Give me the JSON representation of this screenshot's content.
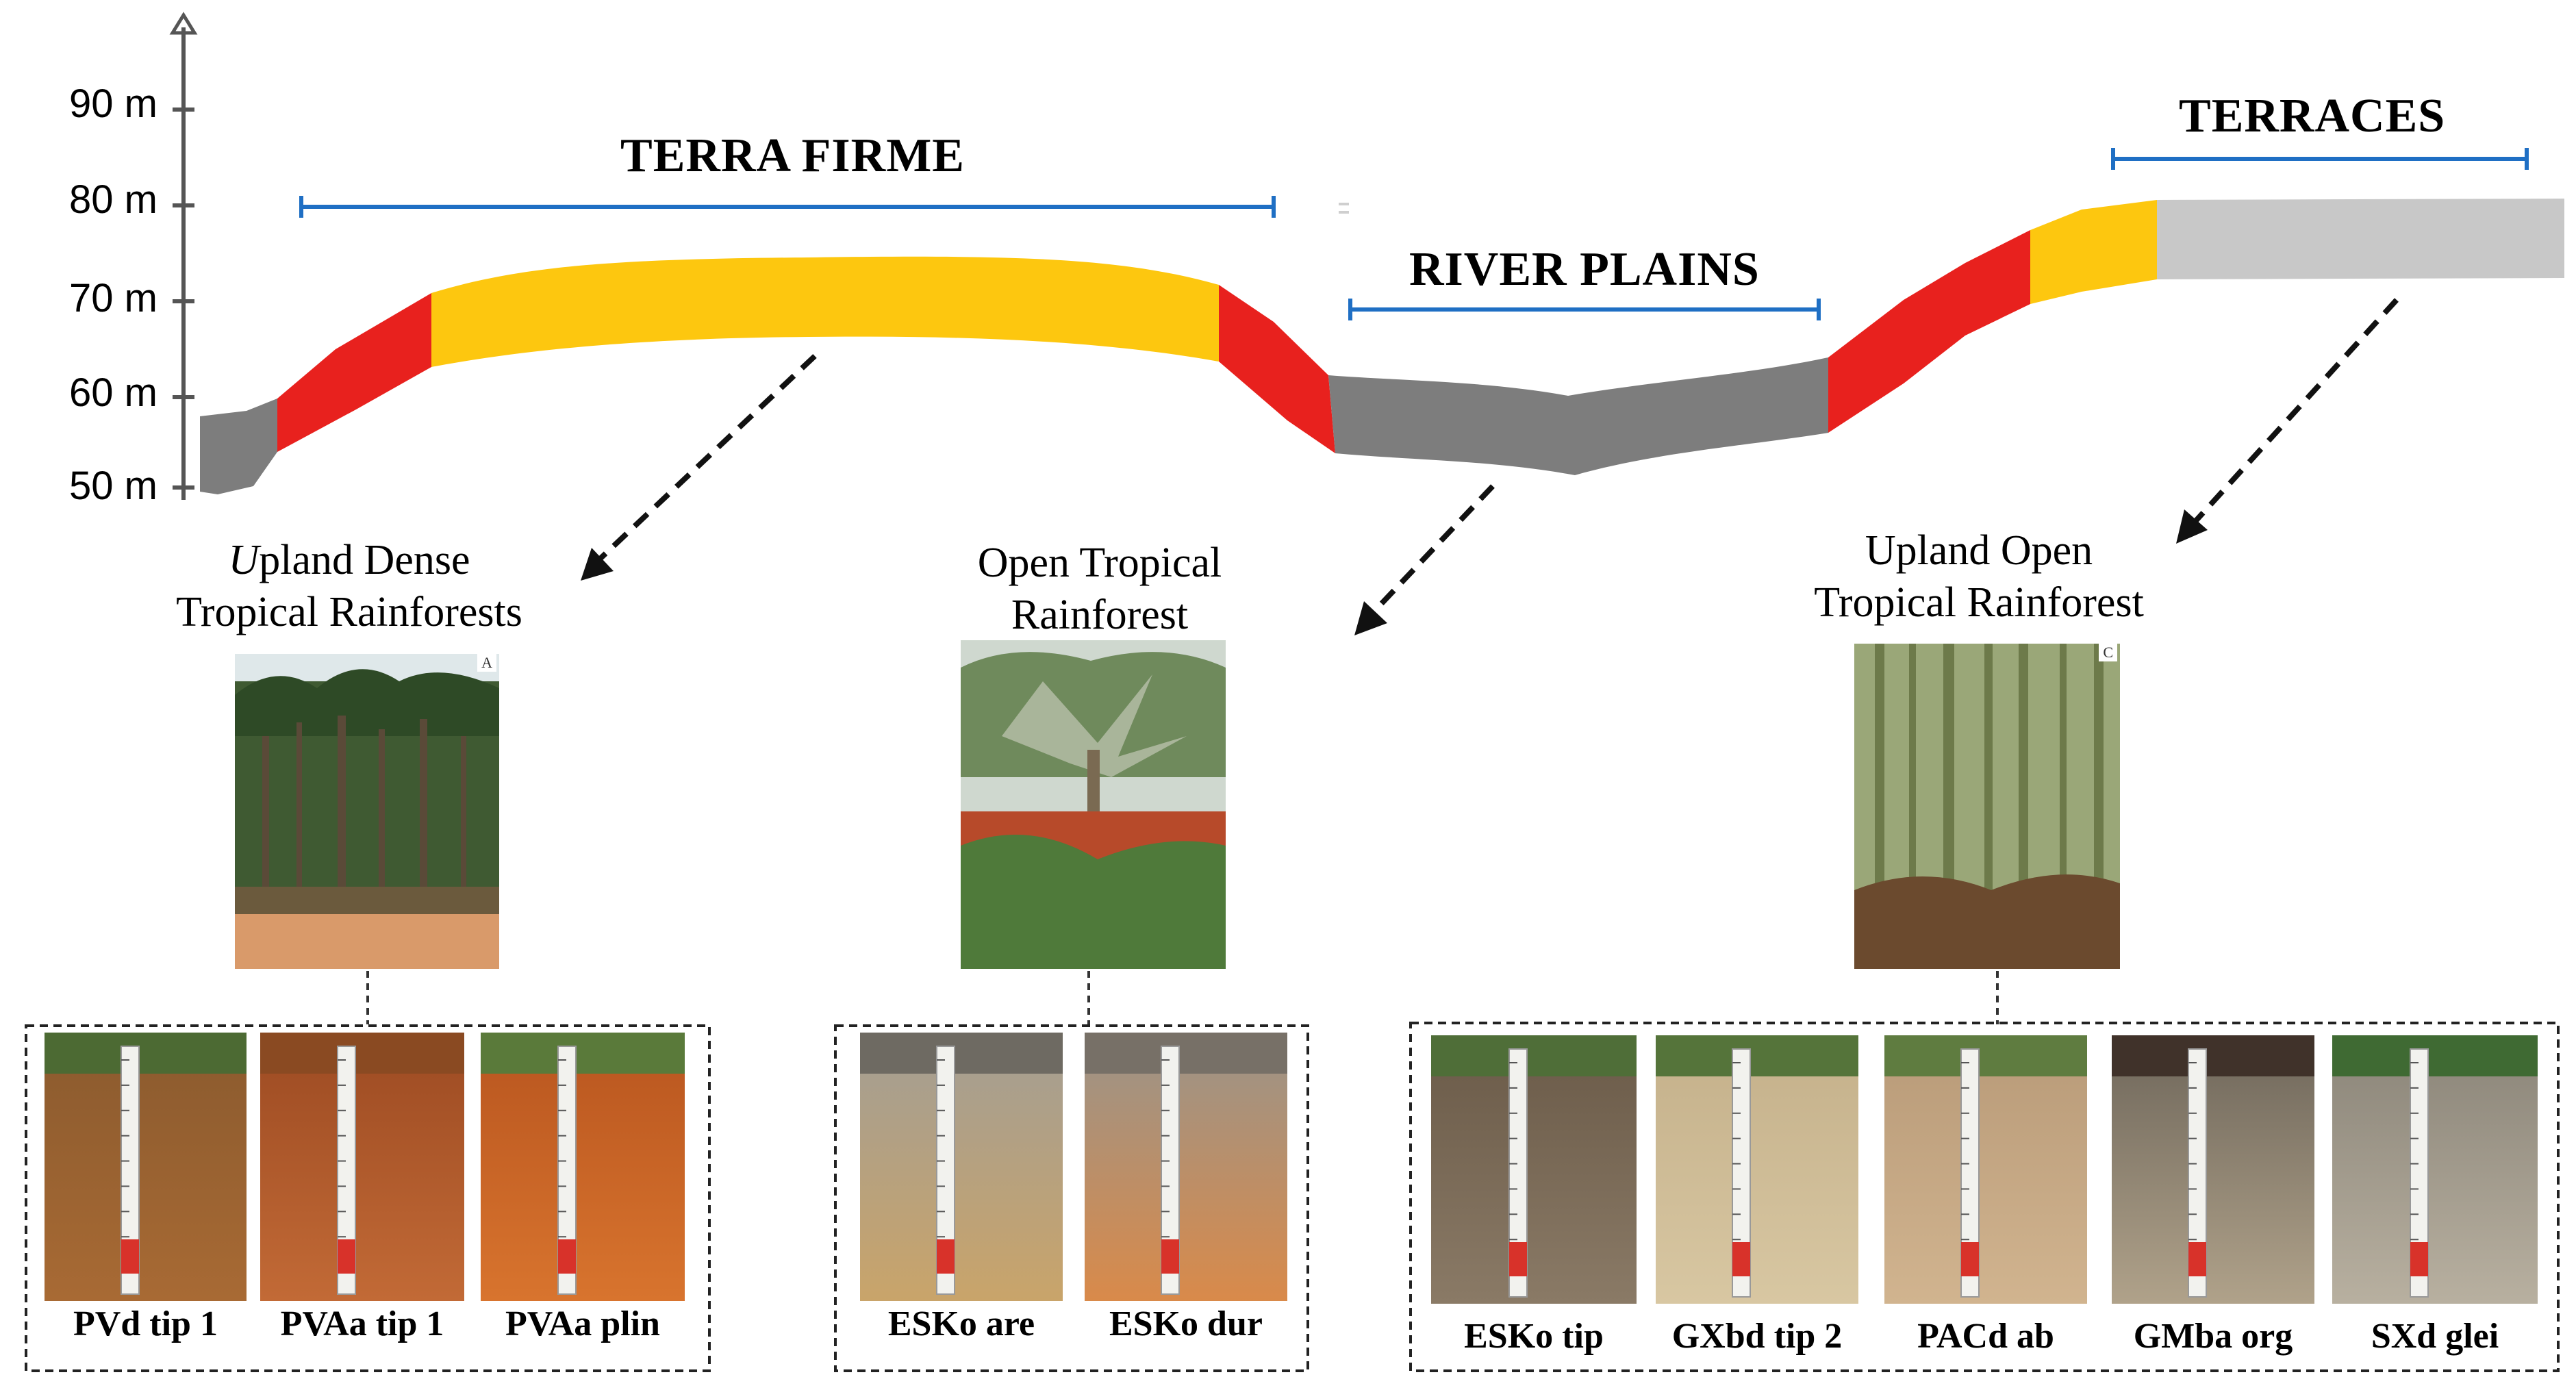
{
  "axis": {
    "ticks": [
      "90 m",
      "80 m",
      "70 m",
      "60 m",
      "50 m"
    ]
  },
  "zones": {
    "terra_firme": "TERRA FIRME",
    "river_plains": "RIVER PLAINS",
    "terraces": "TERRACES"
  },
  "vegetation": {
    "upland_dense": {
      "line1_initial": "U",
      "line1_rest": "pland Dense",
      "line2": "Tropical Rainforests",
      "photo_tag": "A"
    },
    "open_tropical": {
      "line1": "Open Tropical",
      "line2": "Rainforest"
    },
    "upland_open": {
      "line1": "Upland Open",
      "line2": "Tropical Rainforest",
      "photo_tag": "C"
    }
  },
  "profiles": {
    "group1": [
      "PVd tip 1",
      "PVAa tip 1",
      "PVAa plin"
    ],
    "group2": [
      "ESKo are",
      "ESKo dur"
    ],
    "group3": [
      "ESKo tip",
      "GXbd tip 2",
      "PACd ab",
      "GMba org",
      "SXd glei"
    ]
  },
  "colors": {
    "axis": "#555555",
    "bracket": "#1f6fc4",
    "gray": "#7d7d7d",
    "light_gray": "#c8c8c8",
    "red": "#e8211e",
    "yellow": "#fdc70f"
  }
}
